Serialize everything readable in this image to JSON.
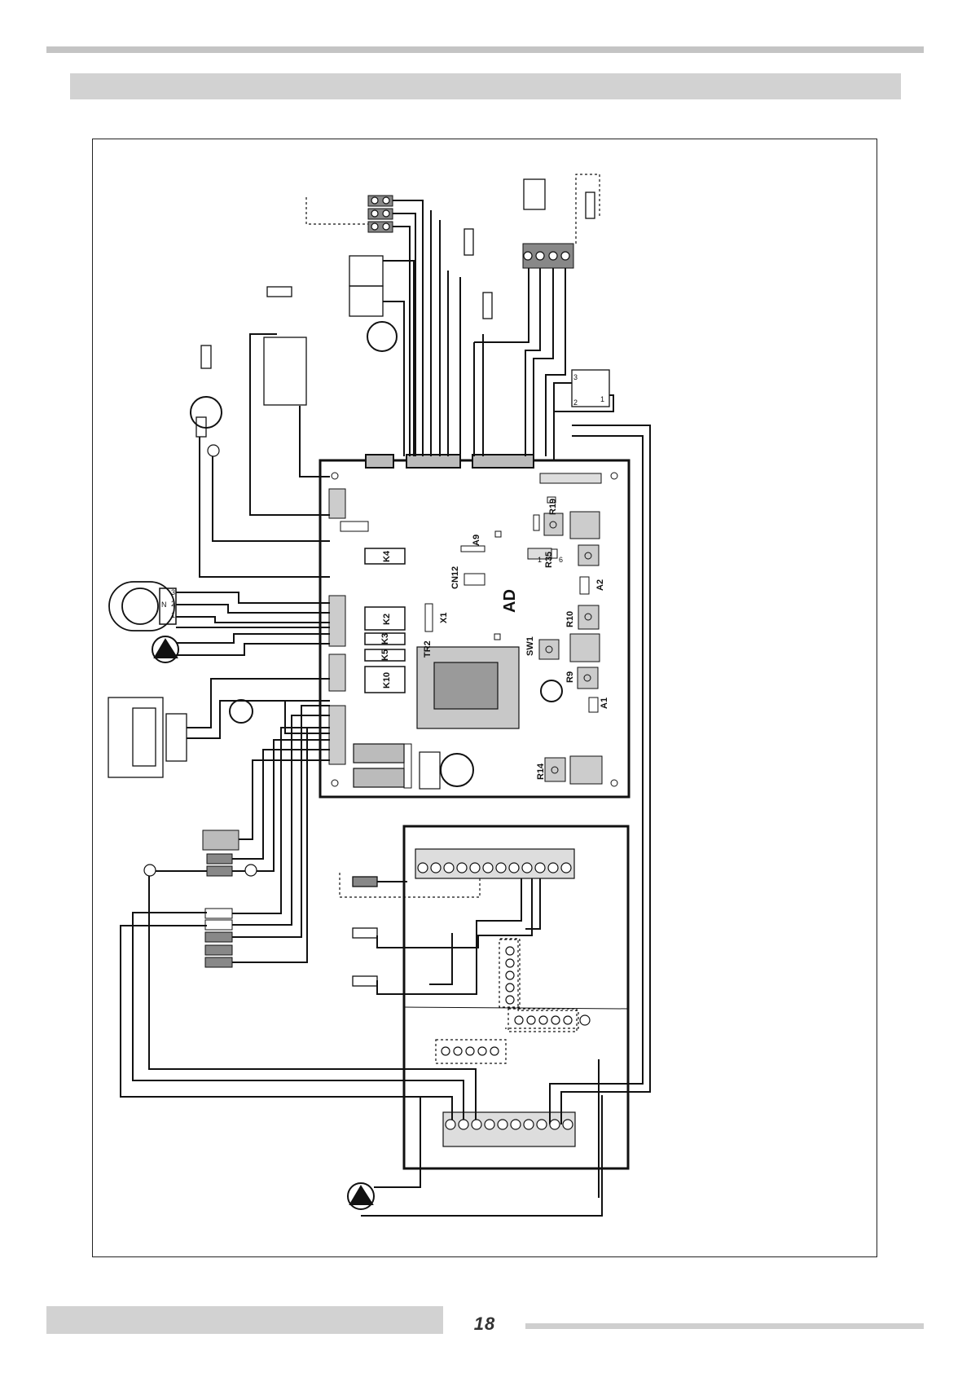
{
  "page": {
    "number": "18"
  },
  "board": {
    "name": "AD",
    "components": [
      {
        "id": "k4",
        "label": "K4"
      },
      {
        "id": "k2",
        "label": "K2"
      },
      {
        "id": "k3",
        "label": "K3"
      },
      {
        "id": "k5",
        "label": "K5"
      },
      {
        "id": "k10",
        "label": "K10"
      },
      {
        "id": "a9",
        "label": "A9"
      },
      {
        "id": "cn12",
        "label": "CN12"
      },
      {
        "id": "x1",
        "label": "X1"
      },
      {
        "id": "tr2",
        "label": "TR2"
      },
      {
        "id": "sw1",
        "label": "SW1"
      },
      {
        "id": "r19",
        "label": "R19"
      },
      {
        "id": "r35",
        "label": "R35"
      },
      {
        "id": "a2",
        "label": "A2"
      },
      {
        "id": "r10",
        "label": "R10"
      },
      {
        "id": "r9",
        "label": "R9"
      },
      {
        "id": "a1",
        "label": "A1"
      },
      {
        "id": "r14",
        "label": "R14"
      }
    ],
    "jumper_pins": {
      "left": "1",
      "right": "6"
    }
  },
  "switch": {
    "pins": [
      "3",
      "1",
      "2"
    ]
  },
  "fan_connector": {
    "pins": [
      "3",
      "2",
      "1"
    ],
    "marker": "N"
  }
}
